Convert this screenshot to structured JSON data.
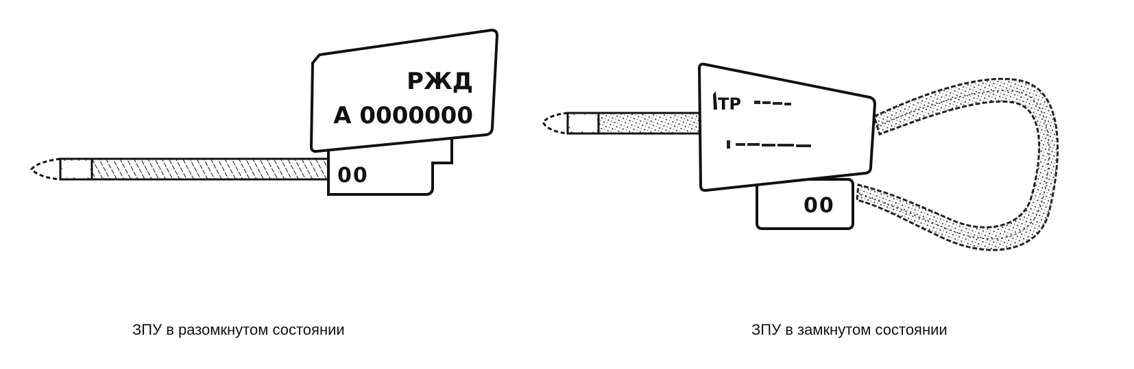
{
  "figure": {
    "open_seal": {
      "caption": "ЗПУ в разомкнутом состоянии",
      "body_text_line1": "РЖД",
      "body_text_line2": "А 0000000",
      "tab_text": "00"
    },
    "closed_seal": {
      "caption": "ЗПУ в замкнутом состоянии",
      "logo_text": "ТР",
      "tab_text": "00"
    }
  },
  "colors": {
    "ink": "#111111",
    "paper": "#ffffff"
  }
}
